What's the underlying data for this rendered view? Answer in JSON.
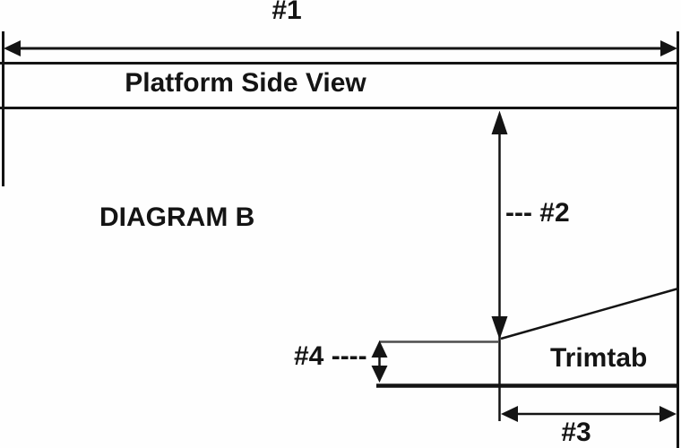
{
  "diagram": {
    "name": "DIAGRAM B",
    "platform_label": "Platform Side View",
    "trimtab_label": "Trimtab",
    "dimensions": {
      "d1_label": "#1",
      "d2_label": "--- #2",
      "d3_label": "#3",
      "d4_label": "#4 ----"
    },
    "colors": {
      "line": "#141414",
      "thin_line": "#4d4d4d",
      "background": "#fefefe"
    }
  }
}
